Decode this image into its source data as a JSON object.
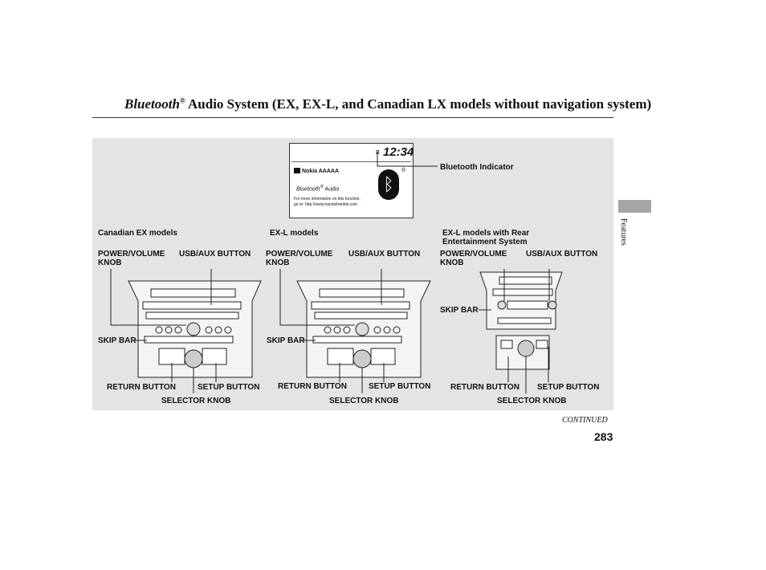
{
  "title": {
    "brand": "Bluetooth",
    "reg": "®",
    "rest": " Audio System (EX, EX-L, and Canadian LX models without navigation system)"
  },
  "side_label": "Features",
  "display": {
    "clock": "12:34",
    "phone_name": "Nokia AAAAA",
    "audio_brand": "Bluetooth",
    "audio_label": " Audio",
    "reg": "®",
    "info_line1": "For more information on this function,",
    "info_line2": "go to: http://www.handsfreelink.com"
  },
  "labels": {
    "bt_indicator": "Bluetooth Indicator",
    "canadian": "Canadian EX models",
    "exl": "EX-L models",
    "exl_rear_1": "EX-L models with Rear",
    "exl_rear_2": "Entertainment System",
    "power_knob_1": "POWER/VOLUME",
    "power_knob_2": "KNOB",
    "usb_aux": "USB/AUX BUTTON",
    "skip_bar": "SKIP BAR",
    "return_button": "RETURN BUTTON",
    "setup_button": "SETUP BUTTON",
    "selector_knob": "SELECTOR KNOB"
  },
  "footer": {
    "continued": "CONTINUED",
    "page_number": "283"
  }
}
